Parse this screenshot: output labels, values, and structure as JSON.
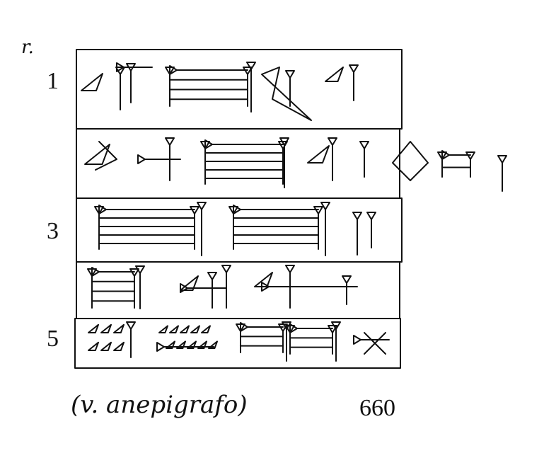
{
  "side_label": "r.",
  "line_numbers": [
    "1",
    "3",
    "5"
  ],
  "verso_note": "(v. anepigrafo)",
  "text_number": "660"
}
